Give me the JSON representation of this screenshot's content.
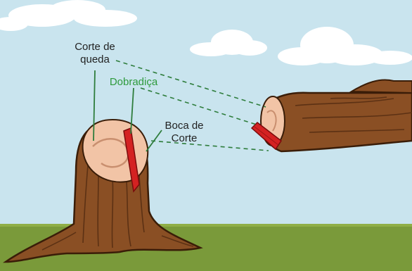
{
  "labels": {
    "corte_de_queda": [
      "Corte de",
      "queda"
    ],
    "dobradica": "Dobradiça",
    "boca_de_corte": [
      "Boca de",
      "Corte"
    ]
  },
  "colors": {
    "sky": "#c9e4ee",
    "cloud": "#ffffff",
    "grass": "#7a9a3a",
    "bark": "#8a4f24",
    "bark_dark": "#5c3114",
    "wood_face": "#f2c4a6",
    "wedge": "#d42222",
    "guide_line": "#2e7d3c",
    "label_green": "#2e9a3c"
  }
}
